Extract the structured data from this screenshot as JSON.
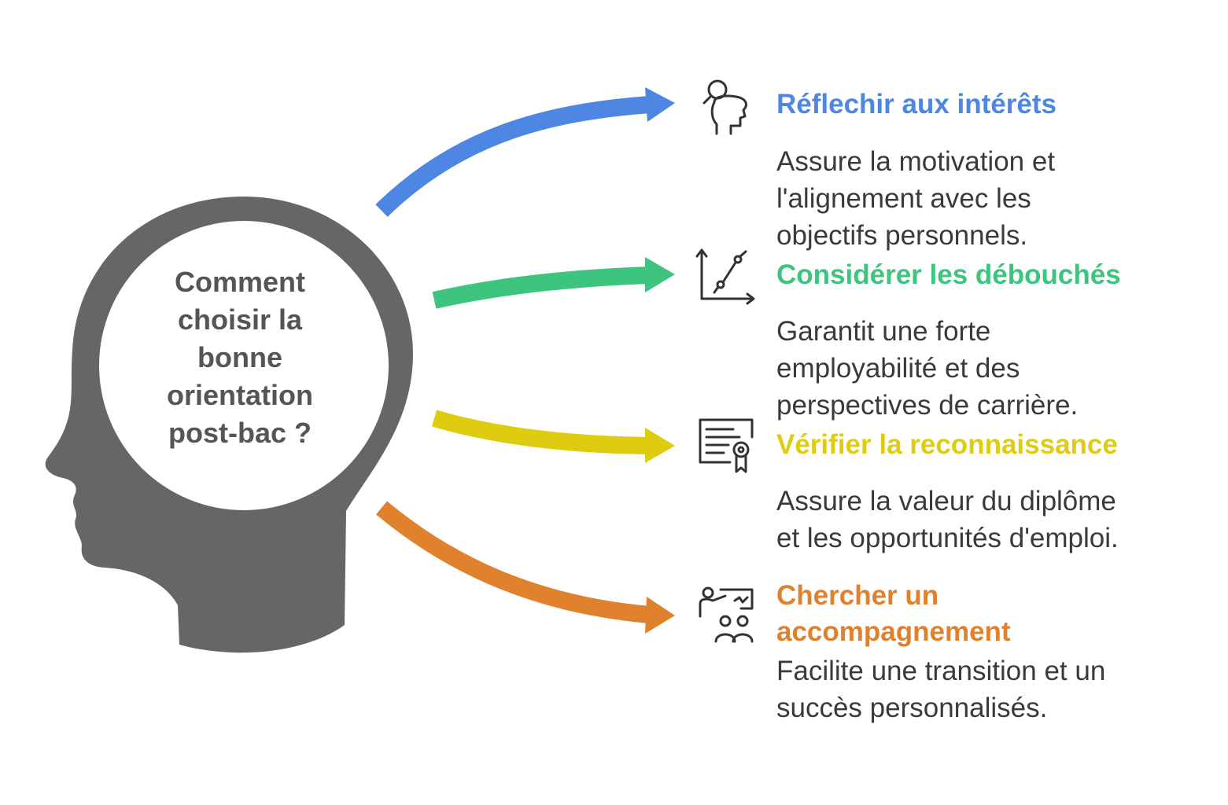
{
  "center": {
    "question_line1": "Comment",
    "question_line2": "choisir la",
    "question_line3": "bonne",
    "question_line4": "orientation",
    "question_line5": "post-bac ?"
  },
  "colors": {
    "head": "#666666",
    "inner_circle": "#ffffff",
    "blue": "#4d86e3",
    "green": "#3dc47e",
    "yellow": "#dfcc11",
    "orange": "#e0812d",
    "icon_stroke": "#333333"
  },
  "items": [
    {
      "title": "Réflechir aux intérêts",
      "desc_line1": "Assure la motivation et",
      "desc_line2": "l'alignement avec les",
      "desc_line3": "objectifs personnels.",
      "icon": "person-with-magnifier-icon"
    },
    {
      "title": "Considérer les débouchés",
      "desc_line1": "Garantit une forte",
      "desc_line2": "employabilité et des",
      "desc_line3": "perspectives de carrière.",
      "icon": "growth-chart-icon"
    },
    {
      "title": "Vérifier la reconnaissance",
      "desc_line1": "Assure la valeur du diplôme",
      "desc_line2": "et les opportunités d'emploi.",
      "icon": "certificate-icon"
    },
    {
      "title_line1": "Chercher un",
      "title_line2": "accompagnement",
      "desc_line1": "Facilite une transition et un",
      "desc_line2": "succès personnalisés.",
      "icon": "mentor-group-icon"
    }
  ]
}
